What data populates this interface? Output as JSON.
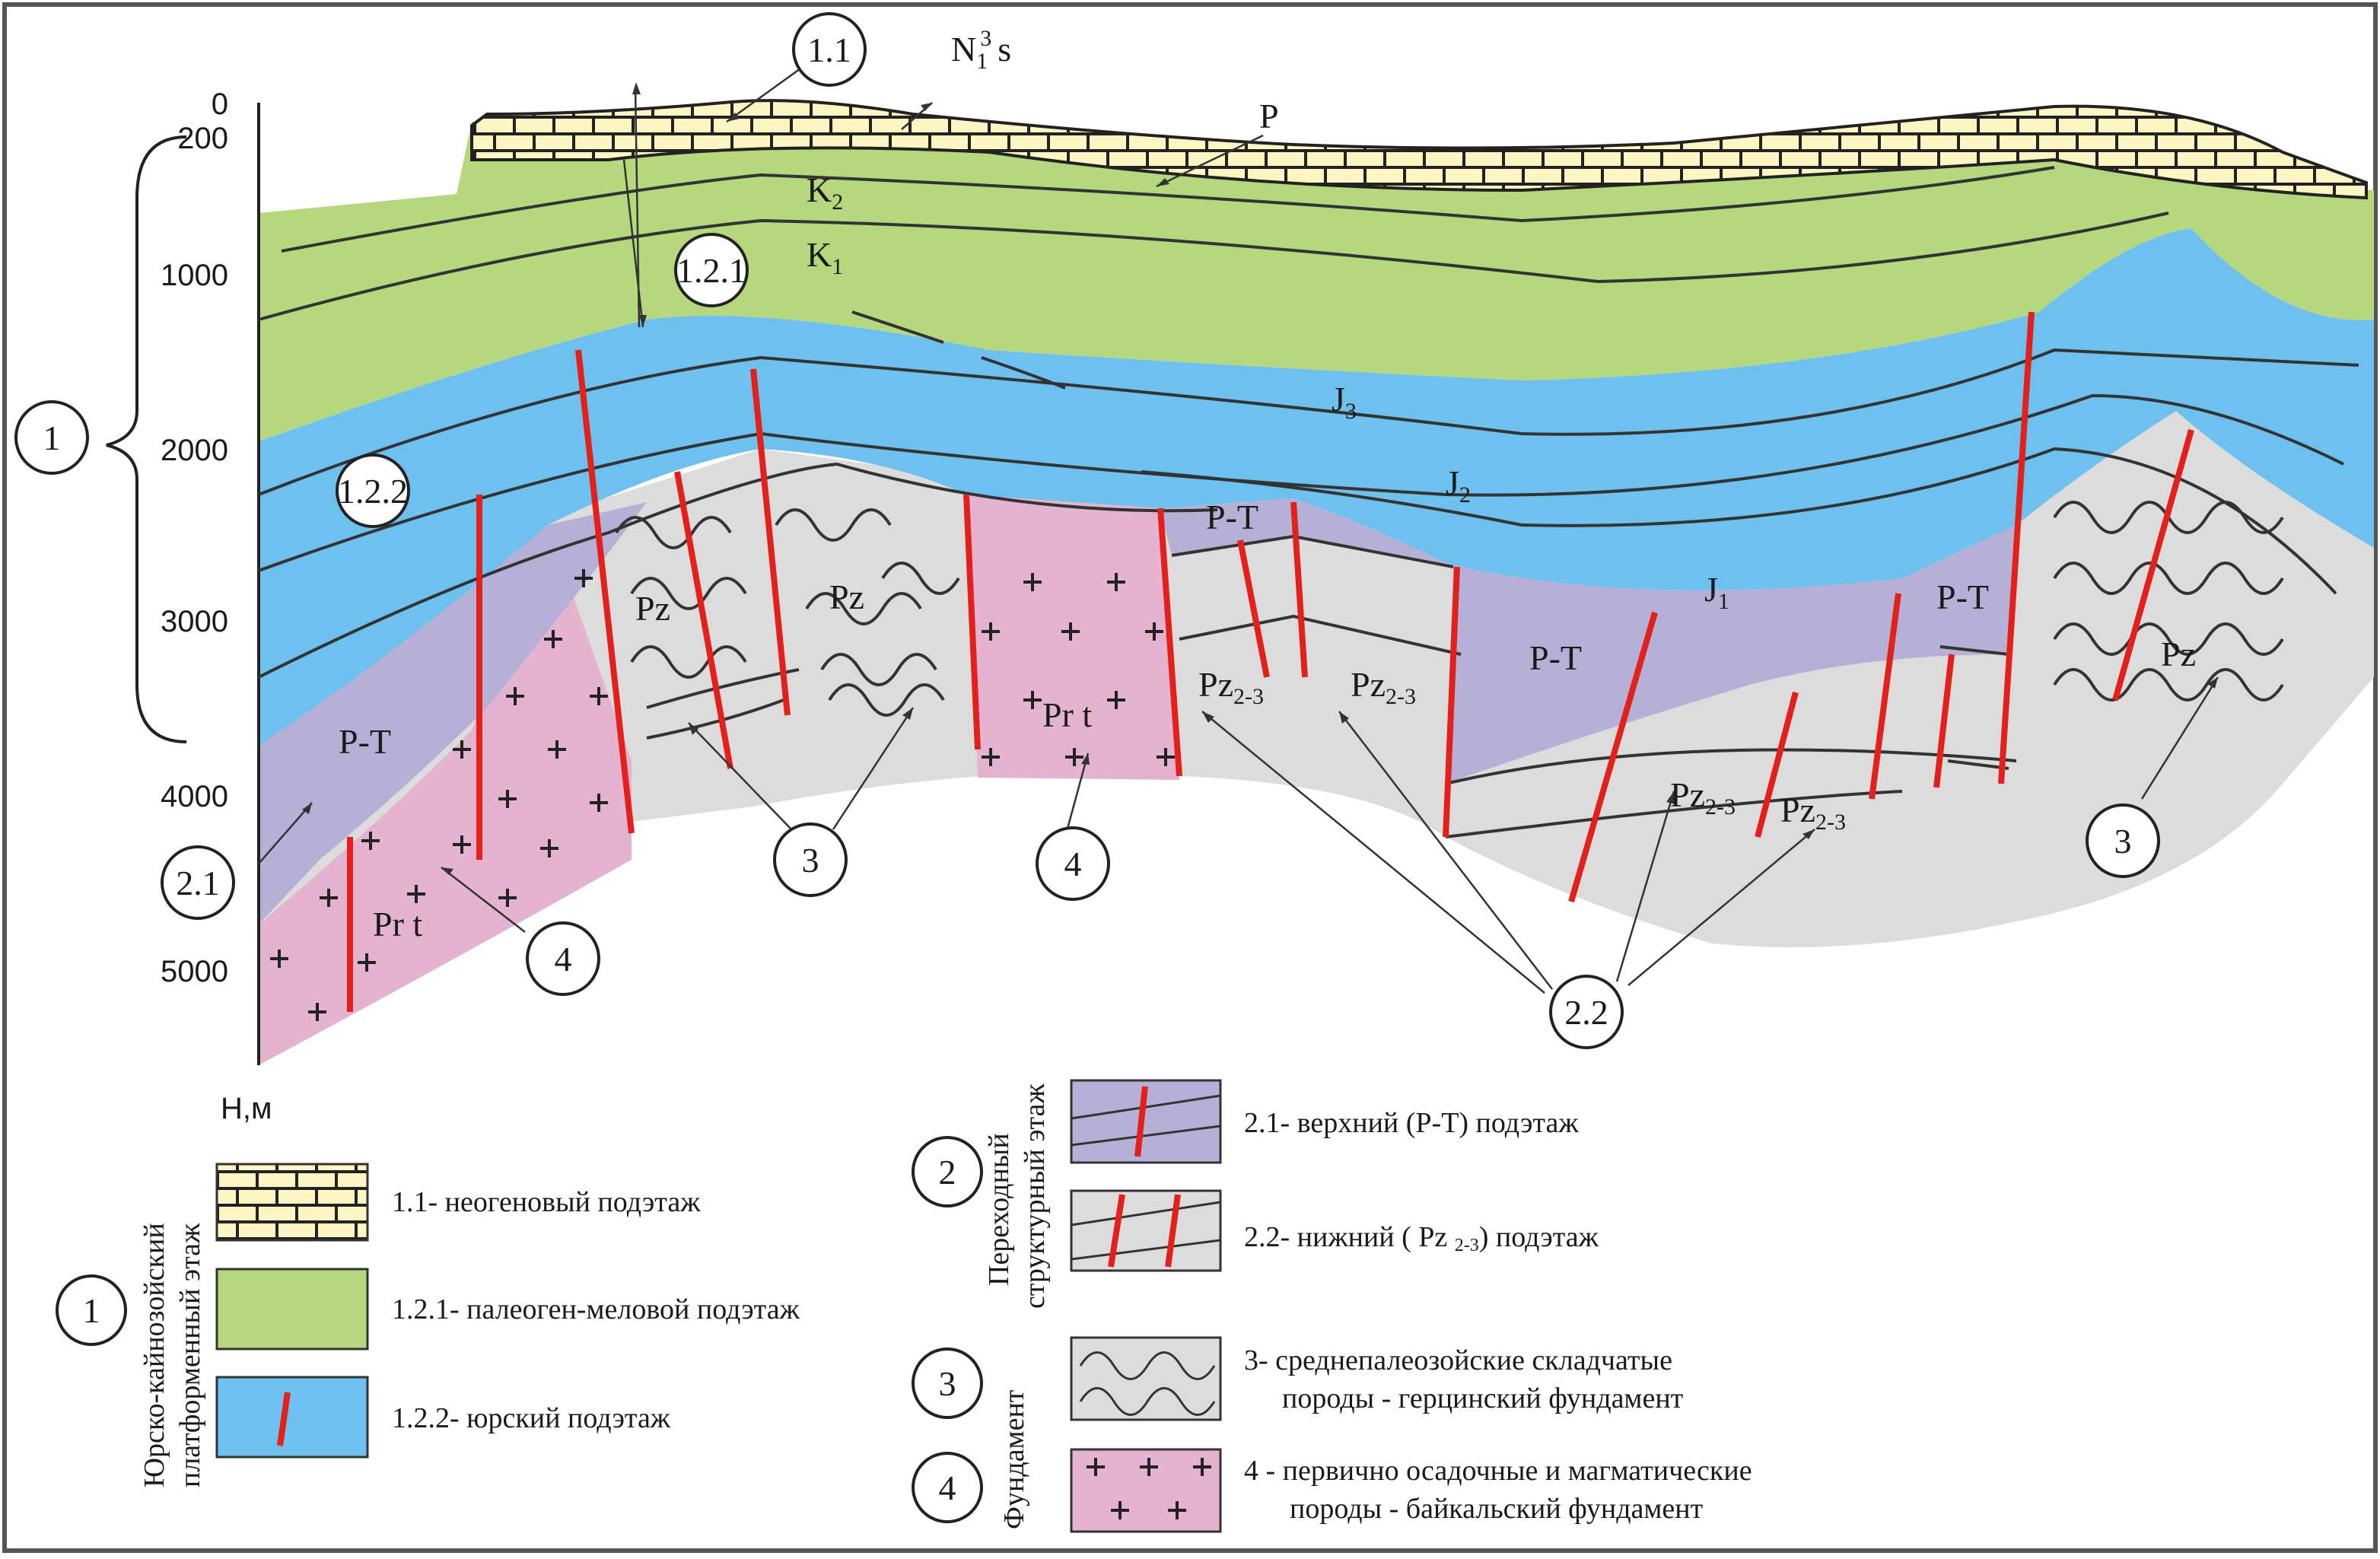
{
  "depth_axis": {
    "ticks": [
      "0",
      "200",
      "1000",
      "2000",
      "3000",
      "4000",
      "5000"
    ],
    "unit_label": "Н,м"
  },
  "section_labels": {
    "n1s_main": "N",
    "n1s_sub": "1",
    "n1s_sup": "3",
    "n1s_tail": "s",
    "p": "P",
    "k2_main": "K",
    "k2_sub": "2",
    "k1_main": "K",
    "k1_sub": "1",
    "j3_main": "J",
    "j3_sub": "3",
    "j2_main": "J",
    "j2_sub": "2",
    "j1_main": "J",
    "j1_sub": "1",
    "pt_left": "P-T",
    "pt_mid_top": "P-T",
    "pt_mid": "P-T",
    "pt_right": "P-T",
    "pz_1": "Pz",
    "pz_2": "Pz",
    "pz_right": "Pz",
    "prt_left": "Pr t",
    "prt_mid": "Pr t",
    "pz23_main": "Pz",
    "pz23_sub": "2-3"
  },
  "callouts": {
    "c1_1": "1.1",
    "c1_2_1": "1.2.1",
    "c1_2_2": "1.2.2",
    "c1": "1",
    "c2_1": "2.1",
    "c2_2": "2.2",
    "c3": "3",
    "c4": "4"
  },
  "legend": {
    "group1_title_line1": "Юрско-кайнозойский",
    "group1_title_line2": "платформенный этаж",
    "group1_num": "1",
    "item_1_1": "1.1- неогеновый подэтаж",
    "item_1_2_1": "1.2.1- палеоген-меловой подэтаж",
    "item_1_2_2": "1.2.2- юрский подэтаж",
    "group2_title_line1": "Переходный",
    "group2_title_line2": "структурный этаж",
    "group2_num": "2",
    "item_2_1": "2.1- верхний (P-T) подэтаж",
    "item_2_2_prefix": "2.2- нижний ( Pz ",
    "item_2_2_sub": "2-3",
    "item_2_2_suffix": ") подэтаж",
    "group3_title": "Фундамент",
    "group3_num": "3",
    "item_3_line1": "3- среднепалеозойские складчатые",
    "item_3_line2": "породы - герцинский фундамент",
    "group4_num": "4",
    "item_4_line1": "4 - первично осадочные и магматические",
    "item_4_line2": "породы - байкальский фундамент"
  },
  "colors": {
    "neogene": "#fdf6c3",
    "paleogene_cretaceous": "#b5d87f",
    "jurassic": "#6ec0ee",
    "permian_triassic": "#b7b0d6",
    "paleozoic": "#dcdcdc",
    "baikal": "#e3b3cf",
    "fault": "#e3201b",
    "line": "#333333"
  }
}
